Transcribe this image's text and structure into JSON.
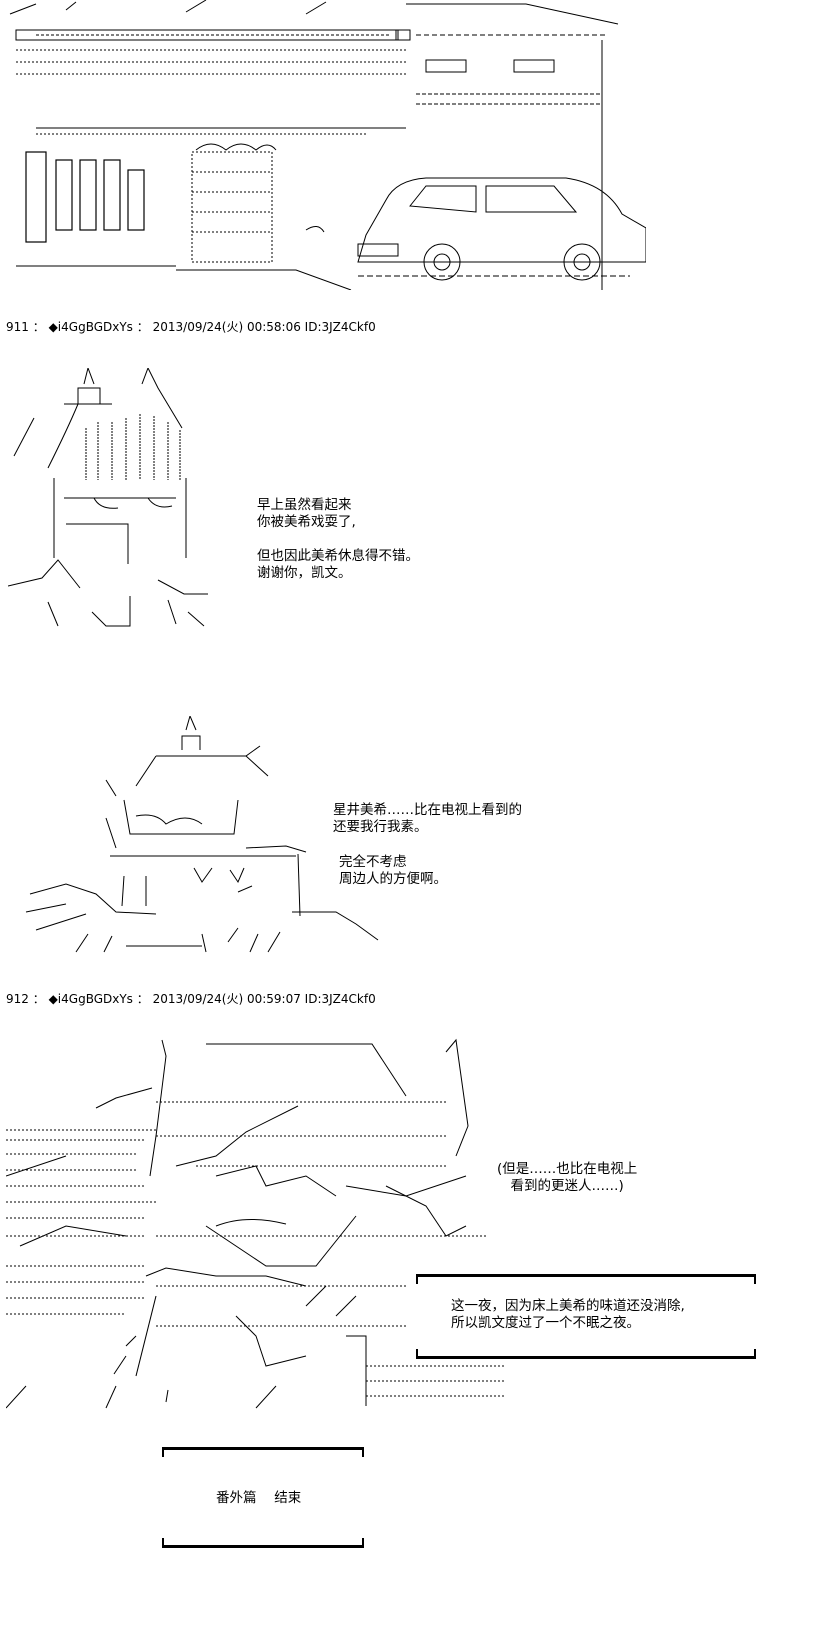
{
  "posts": [
    {
      "number": "911",
      "separator": "：",
      "trip": "◆i4GgBGDxYs",
      "datetime": "2013/09/24(火) 00:58:06 ID:3JZ4Ckf0"
    },
    {
      "number": "912",
      "separator": "：",
      "trip": "◆i4GgBGDxYs",
      "datetime": "2013/09/24(火) 00:59:07 ID:3JZ4Ckf0"
    }
  ],
  "dialogs": {
    "kevin": {
      "lines": [
        "早上虽然看起来",
        "你被美希戏耍了,",
        "",
        "但也因此美希休息得不错。",
        "谢谢你，凯文。"
      ]
    },
    "miki_a": {
      "lines": [
        "星井美希……比在电视上看到的",
        "还要我行我素。"
      ]
    },
    "miki_b": {
      "lines": [
        "完全不考虑",
        "周边人的方便啊。"
      ]
    },
    "thought": {
      "lines": [
        "(但是……也比在电视上",
        "　看到的更迷人……)"
      ]
    },
    "narration": {
      "lines": [
        "这一夜，因为床上美希的味道还没消除,",
        "所以凯文度过了一个不眠之夜。"
      ]
    },
    "ending": {
      "text": "番外篇　 结束"
    }
  }
}
